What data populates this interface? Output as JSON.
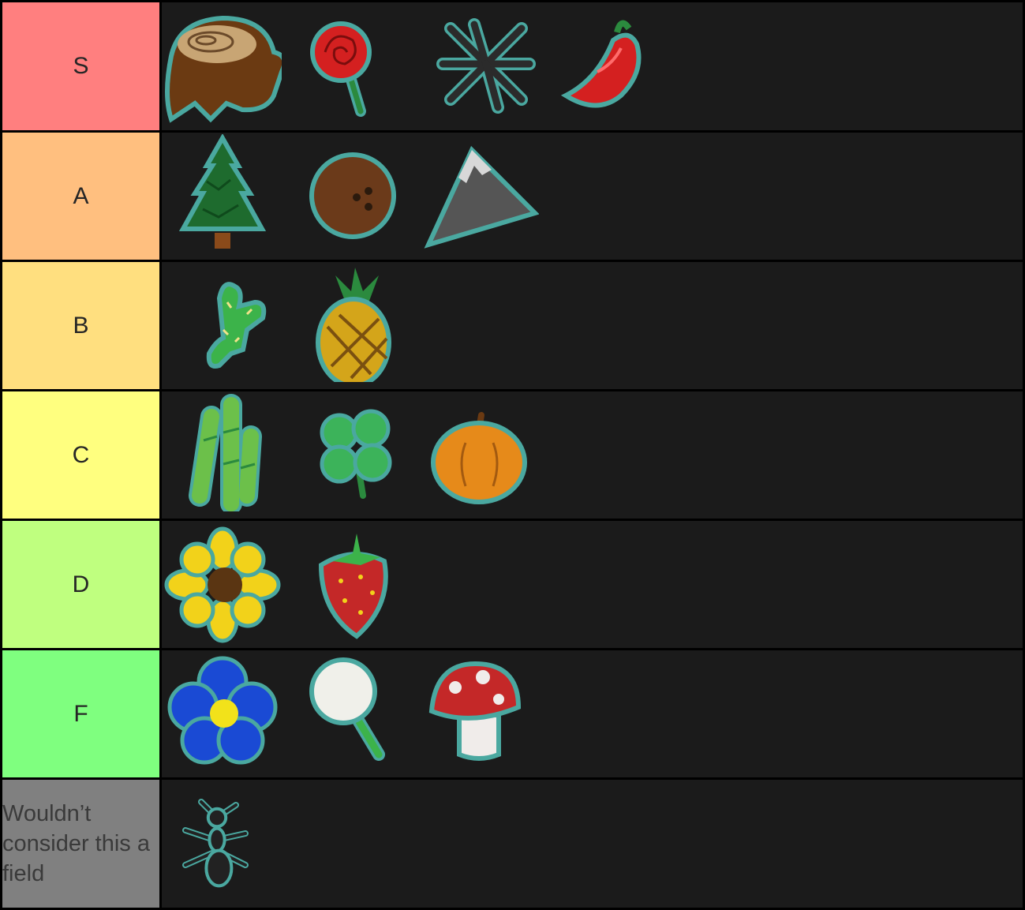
{
  "tiers": [
    {
      "label": "S",
      "color": "#ff7f7f",
      "items": [
        "stump-field-icon",
        "rose-field-icon",
        "spider-field-icon",
        "pepper-field-icon"
      ]
    },
    {
      "label": "A",
      "color": "#ffbf7f",
      "items": [
        "pine-tree-field-icon",
        "coconut-field-icon",
        "mountain-top-field-icon"
      ]
    },
    {
      "label": "B",
      "color": "#ffdf7f",
      "items": [
        "cactus-field-icon",
        "pineapple-field-icon"
      ]
    },
    {
      "label": "C",
      "color": "#ffff7f",
      "items": [
        "bamboo-field-icon",
        "clover-field-icon",
        "pumpkin-field-icon"
      ]
    },
    {
      "label": "D",
      "color": "#bfff7f",
      "items": [
        "sunflower-field-icon",
        "strawberry-field-icon"
      ]
    },
    {
      "label": "F",
      "color": "#7fff7f",
      "items": [
        "blue-flower-field-icon",
        "dandelion-field-icon",
        "mushroom-field-icon"
      ]
    },
    {
      "label": "Wouldn’t consider this a field",
      "color": "#808080",
      "items": [
        "ant-field-icon"
      ]
    }
  ]
}
